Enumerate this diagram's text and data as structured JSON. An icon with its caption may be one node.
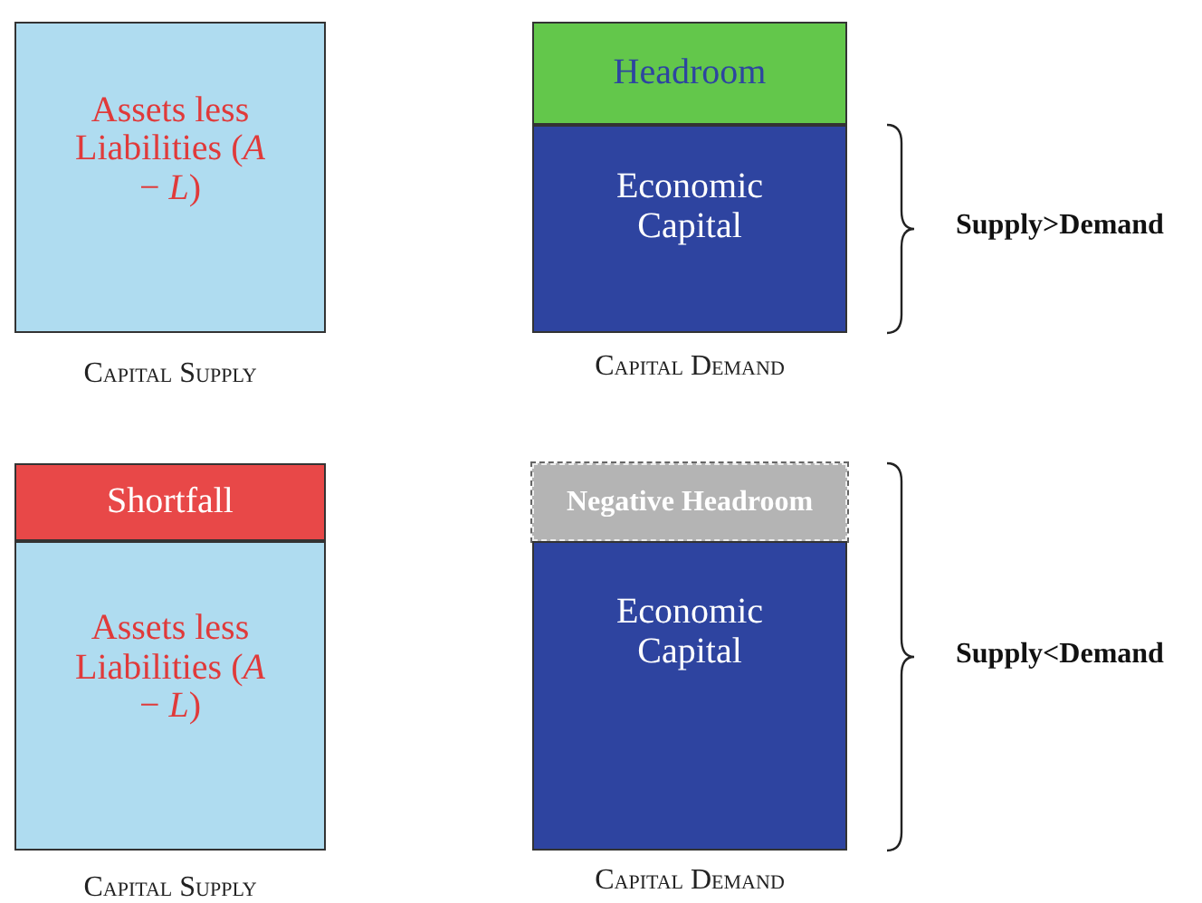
{
  "diagram": {
    "nodes": [
      {
        "text": [
          "Assets less Liabilities (*A* − *L*)"
        ]
      },
      {
        "text": [
          "Headroom"
        ]
      },
      {
        "text": [
          "Economic Capital"
        ]
      },
      {
        "text": [
          "Shortfall"
        ]
      },
      {
        "text": [
          "Assets less Liabilities (*A* − *L*)"
        ]
      },
      {
        "text": [
          "Negative Headroom"
        ]
      },
      {
        "text": [
          "Economic Capital"
        ]
      }
    ],
    "labels": [
      "Supply>Demand",
      "Capital Supply",
      "Capital Demand",
      "Supply<Demand",
      "Capital Supply",
      "Capital Demand"
    ]
  }
}
